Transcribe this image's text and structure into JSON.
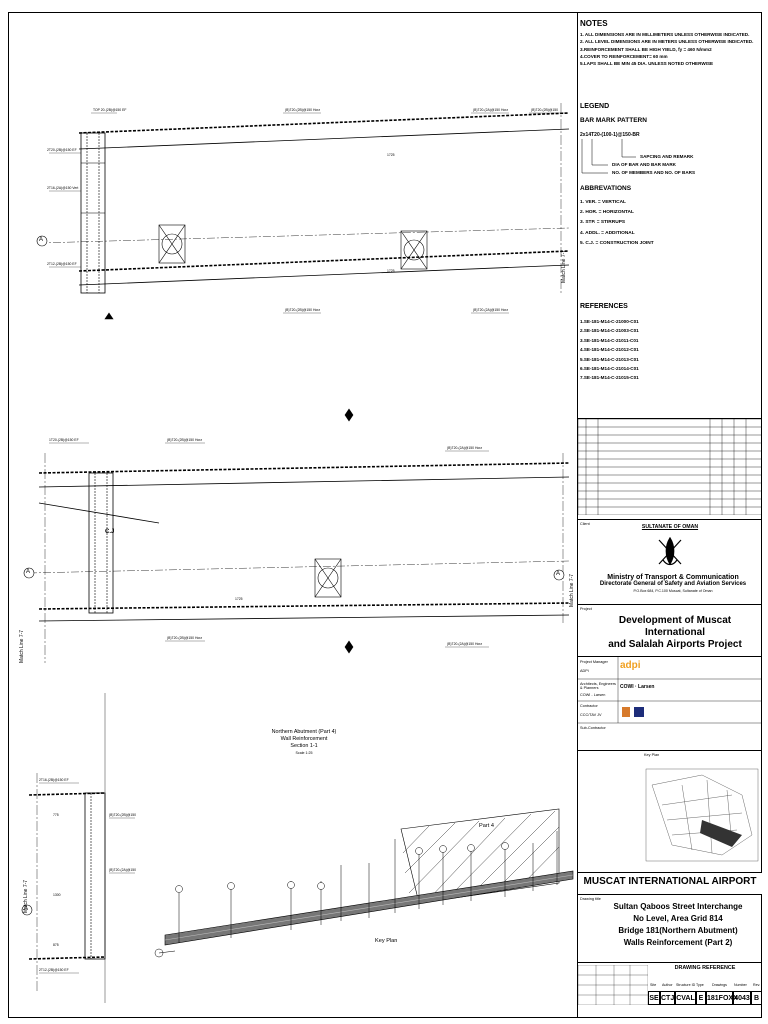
{
  "notes": {
    "heading": "NOTES",
    "items": [
      "1. ALL DIMENSIONS ARE IN MILLIMETERS UNLESS OTHERWISE INDICATED.",
      "2. ALL LEVEL DIMENSIONS ARE IN METERS UNLESS OTHERWISE INDICATED.",
      "3.REINFORCEMENT SHALL BE HIGH YIELD, fy = 460 N/mm2",
      "4.COVER TO REINFORCEMENT= 60 mm",
      "5.LAPS SHALL BE MIN 45 DIA. UNLESS NOTED OTHERWISE"
    ]
  },
  "legend": {
    "heading": "LEGEND",
    "bar_mark_heading": "BAR MARK PATTERN",
    "bar_mark_example": "2x14T20-(100-1)@150-BR",
    "bar_mark_parts": [
      "SAPCING AND REMARK",
      "DIA OF BAR AND BAR MARK",
      "NO. OF MEMBERS AND NO. OF BARS"
    ]
  },
  "abbreviations": {
    "heading": "ABBREVATIONS",
    "items": [
      "1. VER. = VERTICAL",
      "2. HOR. = HORIZONTAL",
      "3. STP. = STIRRUPS",
      "4. ADDL. = ADDITIONAL",
      "5. C.J. = CONSTRUCTION JOINT"
    ]
  },
  "references": {
    "heading": "REFERENCES",
    "items": [
      "1.SE-181-M14-C-21000-C01",
      "2.SE-181-M14-C-21003-C01",
      "3.SE-181-M14-C-21011-C01",
      "4.SE-181-M14-C-21012-C01",
      "5.SE-181-M14-C-21013-C01",
      "6.SE-181-M14-C-21014-C01",
      "7.SE-181-M14-C-21015-C01"
    ]
  },
  "client": {
    "label": "Client",
    "sultanate": "SULTANATE OF OMAN",
    "ministry": "Ministry of Transport & Communication",
    "directorate": "Directorate General of Safety and Aviation Services",
    "pobox": "P.O.Box 684, P.C.100 Muscat, Sultanate of Oman"
  },
  "project": {
    "label": "Project",
    "title_line1": "Development of Muscat International",
    "title_line2": "and Salalah Airports Project"
  },
  "team": {
    "rows": [
      {
        "role": "Project Manager",
        "org": "ADPi",
        "logo": "adpi"
      },
      {
        "role": "Architects, Engineers & Planners",
        "org": "COWI - Larsen",
        "logo": "COWI · Larsen"
      },
      {
        "role": "Contractor",
        "org": "CCC/TAV JV",
        "logo": ""
      },
      {
        "role": "Sub-Contractor",
        "org": "",
        "logo": ""
      }
    ]
  },
  "keyplan": {
    "sub_label": "Key Plan"
  },
  "airport_title": "MUSCAT INTERNATIONAL AIRPORT",
  "drawing_title": {
    "label": "Drawing title",
    "lines": [
      "Sultan Qaboos Street Interchange",
      "No Level, Area Grid 814",
      "Bridge 181(Northern Abutment)",
      "Walls Reinforcement (Part 2)"
    ]
  },
  "drawing_reference": {
    "heading": "DRAWING REFERENCE",
    "cells": [
      "SE",
      "CTJ",
      "CVAL",
      "E",
      "181FOXX",
      "4043",
      "B"
    ],
    "labels": [
      "Site",
      "Author",
      "Structure ID",
      "Type",
      "Drawings",
      "Number",
      "Rev."
    ]
  },
  "drawing": {
    "section_title": "Northern Abutment (Part 4)",
    "section_sub": "Wall Reinforcement",
    "section_name": "Section 1-1",
    "scale": "Scale 1:25",
    "key_plan": "Key Plan",
    "part_label": "Part 4",
    "match_line": "Match Line 7-7",
    "cj": "C.J",
    "grid_markers": [
      "A",
      "A",
      "A",
      "A"
    ],
    "dims": [
      "1725",
      "1725",
      "1725",
      "1725",
      "775",
      "1300",
      "875"
    ]
  }
}
